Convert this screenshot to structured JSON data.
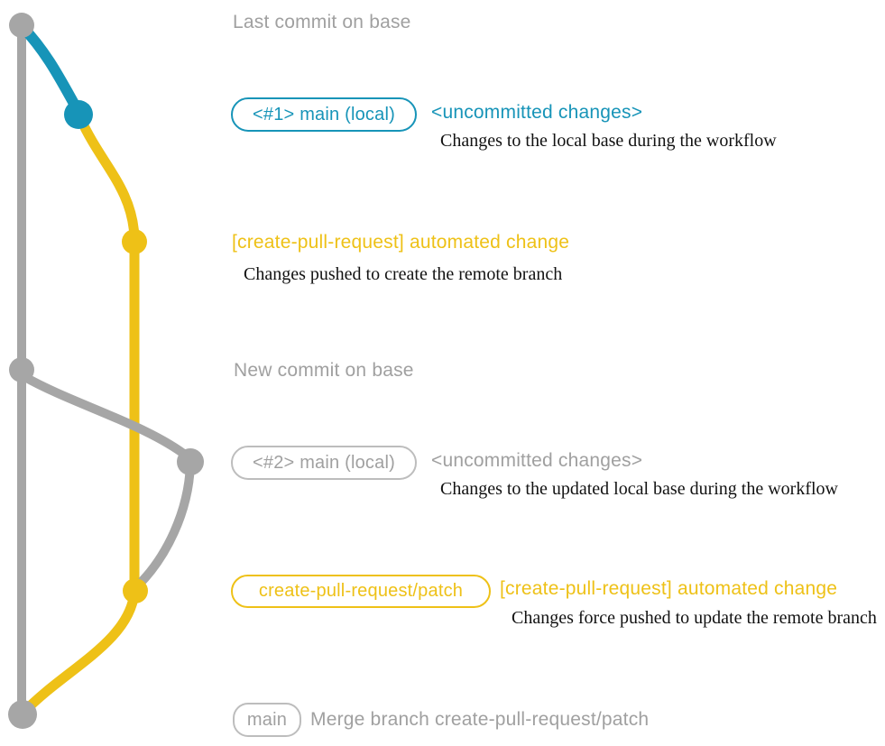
{
  "colors": {
    "gray-line": "#a6a6a6",
    "gray-text": "#a0a0a0",
    "gray-border": "#bdbdbd",
    "blue": "#1794b8",
    "yellow": "#eec117",
    "caption": "#121212"
  },
  "graph": {
    "nodes": [
      {
        "id": "last-commit-on-base",
        "color": "gray"
      },
      {
        "id": "main-local-1",
        "color": "blue"
      },
      {
        "id": "create-pull-request-commit-1",
        "color": "yellow"
      },
      {
        "id": "new-commit-on-base",
        "color": "gray"
      },
      {
        "id": "main-local-2",
        "color": "gray"
      },
      {
        "id": "create-pull-request-commit-2",
        "color": "yellow"
      },
      {
        "id": "merge-commit",
        "color": "gray"
      }
    ]
  },
  "rows": {
    "last_commit": {
      "label": "Last commit on base"
    },
    "workflow1": {
      "branch_tag": "<#1> main (local)",
      "title": "<uncommitted changes>",
      "caption": "Changes to the local base during the workflow"
    },
    "cpr1": {
      "title": "[create-pull-request] automated change",
      "caption": "Changes pushed to create the remote branch"
    },
    "new_commit": {
      "label": "New commit on base"
    },
    "workflow2": {
      "branch_tag": "<#2> main (local)",
      "title": "<uncommitted changes>",
      "caption": "Changes to the updated local base during the workflow"
    },
    "cpr2": {
      "branch_tag": "create-pull-request/patch",
      "title": "[create-pull-request] automated change",
      "caption": "Changes force pushed to update the remote branch"
    },
    "merge": {
      "branch_tag": "main",
      "label": "Merge branch create-pull-request/patch"
    }
  }
}
